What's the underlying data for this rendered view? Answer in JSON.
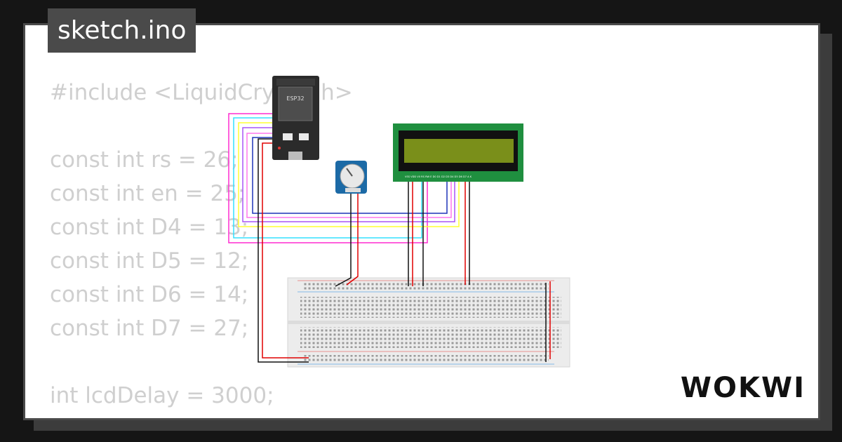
{
  "title": "sketch.ino",
  "brand": "WOKWI",
  "code_lines": [
    "#include <LiquidCrystal.h>",
    "",
    "const int rs = 26;",
    "const int en = 25;",
    "const int D4 = 13;",
    "const int D5 = 12;",
    "const int D6 = 14;",
    "const int D7 = 27;",
    "",
    "int lcdDelay = 3000;"
  ],
  "diagram": {
    "esp32_label": "ESP32",
    "lcd_pin_labels": "VSS VDD V0 RS RW E D0 D1 D2 D3 D4 D5 D6 D7 A K"
  },
  "colors": {
    "background": "#151515",
    "card": "#ffffff",
    "code_text": "#cfcfcf",
    "tag_bg": "#4a4a4a",
    "lcd_board": "#1f8f3f",
    "lcd_screen": "#7a8f1a"
  }
}
